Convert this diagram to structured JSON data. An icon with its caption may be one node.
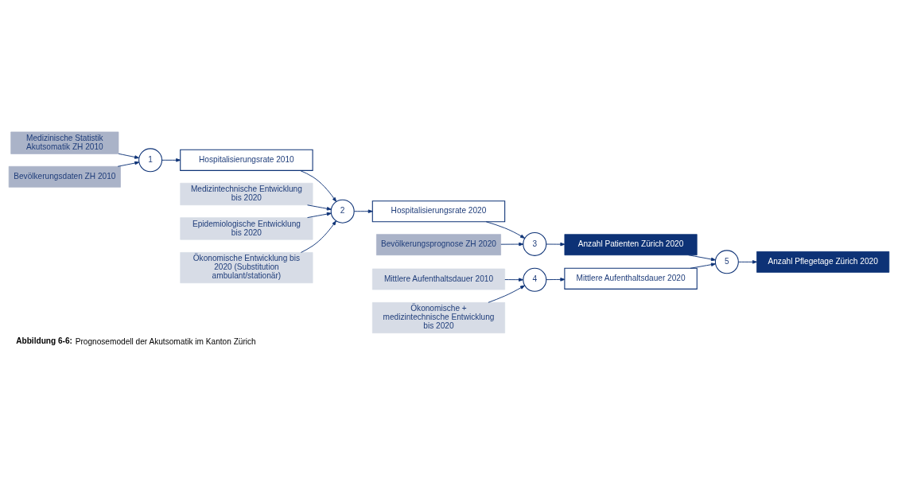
{
  "diagram": {
    "caption": "**Abbildung 6-6:** Prognosemodell der Akutsomatik im Kanton Zürich",
    "nodes": [
      {
        "text": [
          "Medizinische Statistik Akutsomatik ZH 2010"
        ]
      },
      {
        "text": [
          "1"
        ]
      },
      {
        "text": [
          "Hospitalisierungsrate 2010"
        ]
      },
      {
        "text": [
          "Bevölkerungsdaten ZH 2010"
        ]
      },
      {
        "text": [
          "Medizintechnische Entwicklung bis 2020"
        ]
      },
      {
        "text": [
          "Epidemiologische Entwicklung bis 2020"
        ]
      },
      {
        "text": [
          "Ökonomische Entwicklung bis 2020 (Substitution ambulant/stationär)"
        ]
      },
      {
        "text": [
          "2"
        ]
      },
      {
        "text": [
          "Mittlere Aufenthaltsdauer 2010"
        ]
      },
      {
        "text": [
          "Hospitalisierungsrate 2020"
        ]
      },
      {
        "text": [
          "4"
        ]
      },
      {
        "text": [
          "Ökonomische + medizintechnische Entwicklung bis 2020"
        ]
      },
      {
        "text": [
          "Bevölkerungsprognose ZH 2020"
        ]
      },
      {
        "text": [
          "3"
        ]
      },
      {
        "text": [
          "Mittlere Aufenthaltsdauer 2020"
        ]
      },
      {
        "text": [
          "Anzahl Patienten Zürich 2020"
        ]
      },
      {
        "text": [
          "5"
        ]
      },
      {
        "text": [
          "Anzahl Pflegetage Zürich 2020"
        ]
      }
    ],
    "edges": [
      {
        "from": 0,
        "to": 1,
        "arrow": "to"
      },
      {
        "from": 3,
        "to": 1,
        "arrow": "to"
      },
      {
        "from": 1,
        "to": 2,
        "arrow": "to"
      },
      {
        "from": 2,
        "to": 7,
        "arrow": "to"
      },
      {
        "from": 4,
        "to": 7,
        "arrow": "to"
      },
      {
        "from": 5,
        "to": 7,
        "arrow": "to"
      },
      {
        "from": 6,
        "to": 7,
        "arrow": "to"
      },
      {
        "from": 7,
        "to": 9,
        "arrow": "to"
      },
      {
        "from": 8,
        "to": 10,
        "arrow": "to"
      },
      {
        "from": 11,
        "to": 10,
        "arrow": "to"
      },
      {
        "from": 10,
        "to": 14,
        "arrow": "to"
      },
      {
        "from": 9,
        "to": 13,
        "arrow": "to"
      },
      {
        "from": 12,
        "to": 13,
        "arrow": "to"
      },
      {
        "from": 13,
        "to": 15,
        "arrow": "to"
      },
      {
        "from": 15,
        "to": 16,
        "arrow": "to"
      },
      {
        "from": 14,
        "to": 16,
        "arrow": "to"
      },
      {
        "from": 16,
        "to": 17,
        "arrow": "to"
      }
    ]
  }
}
